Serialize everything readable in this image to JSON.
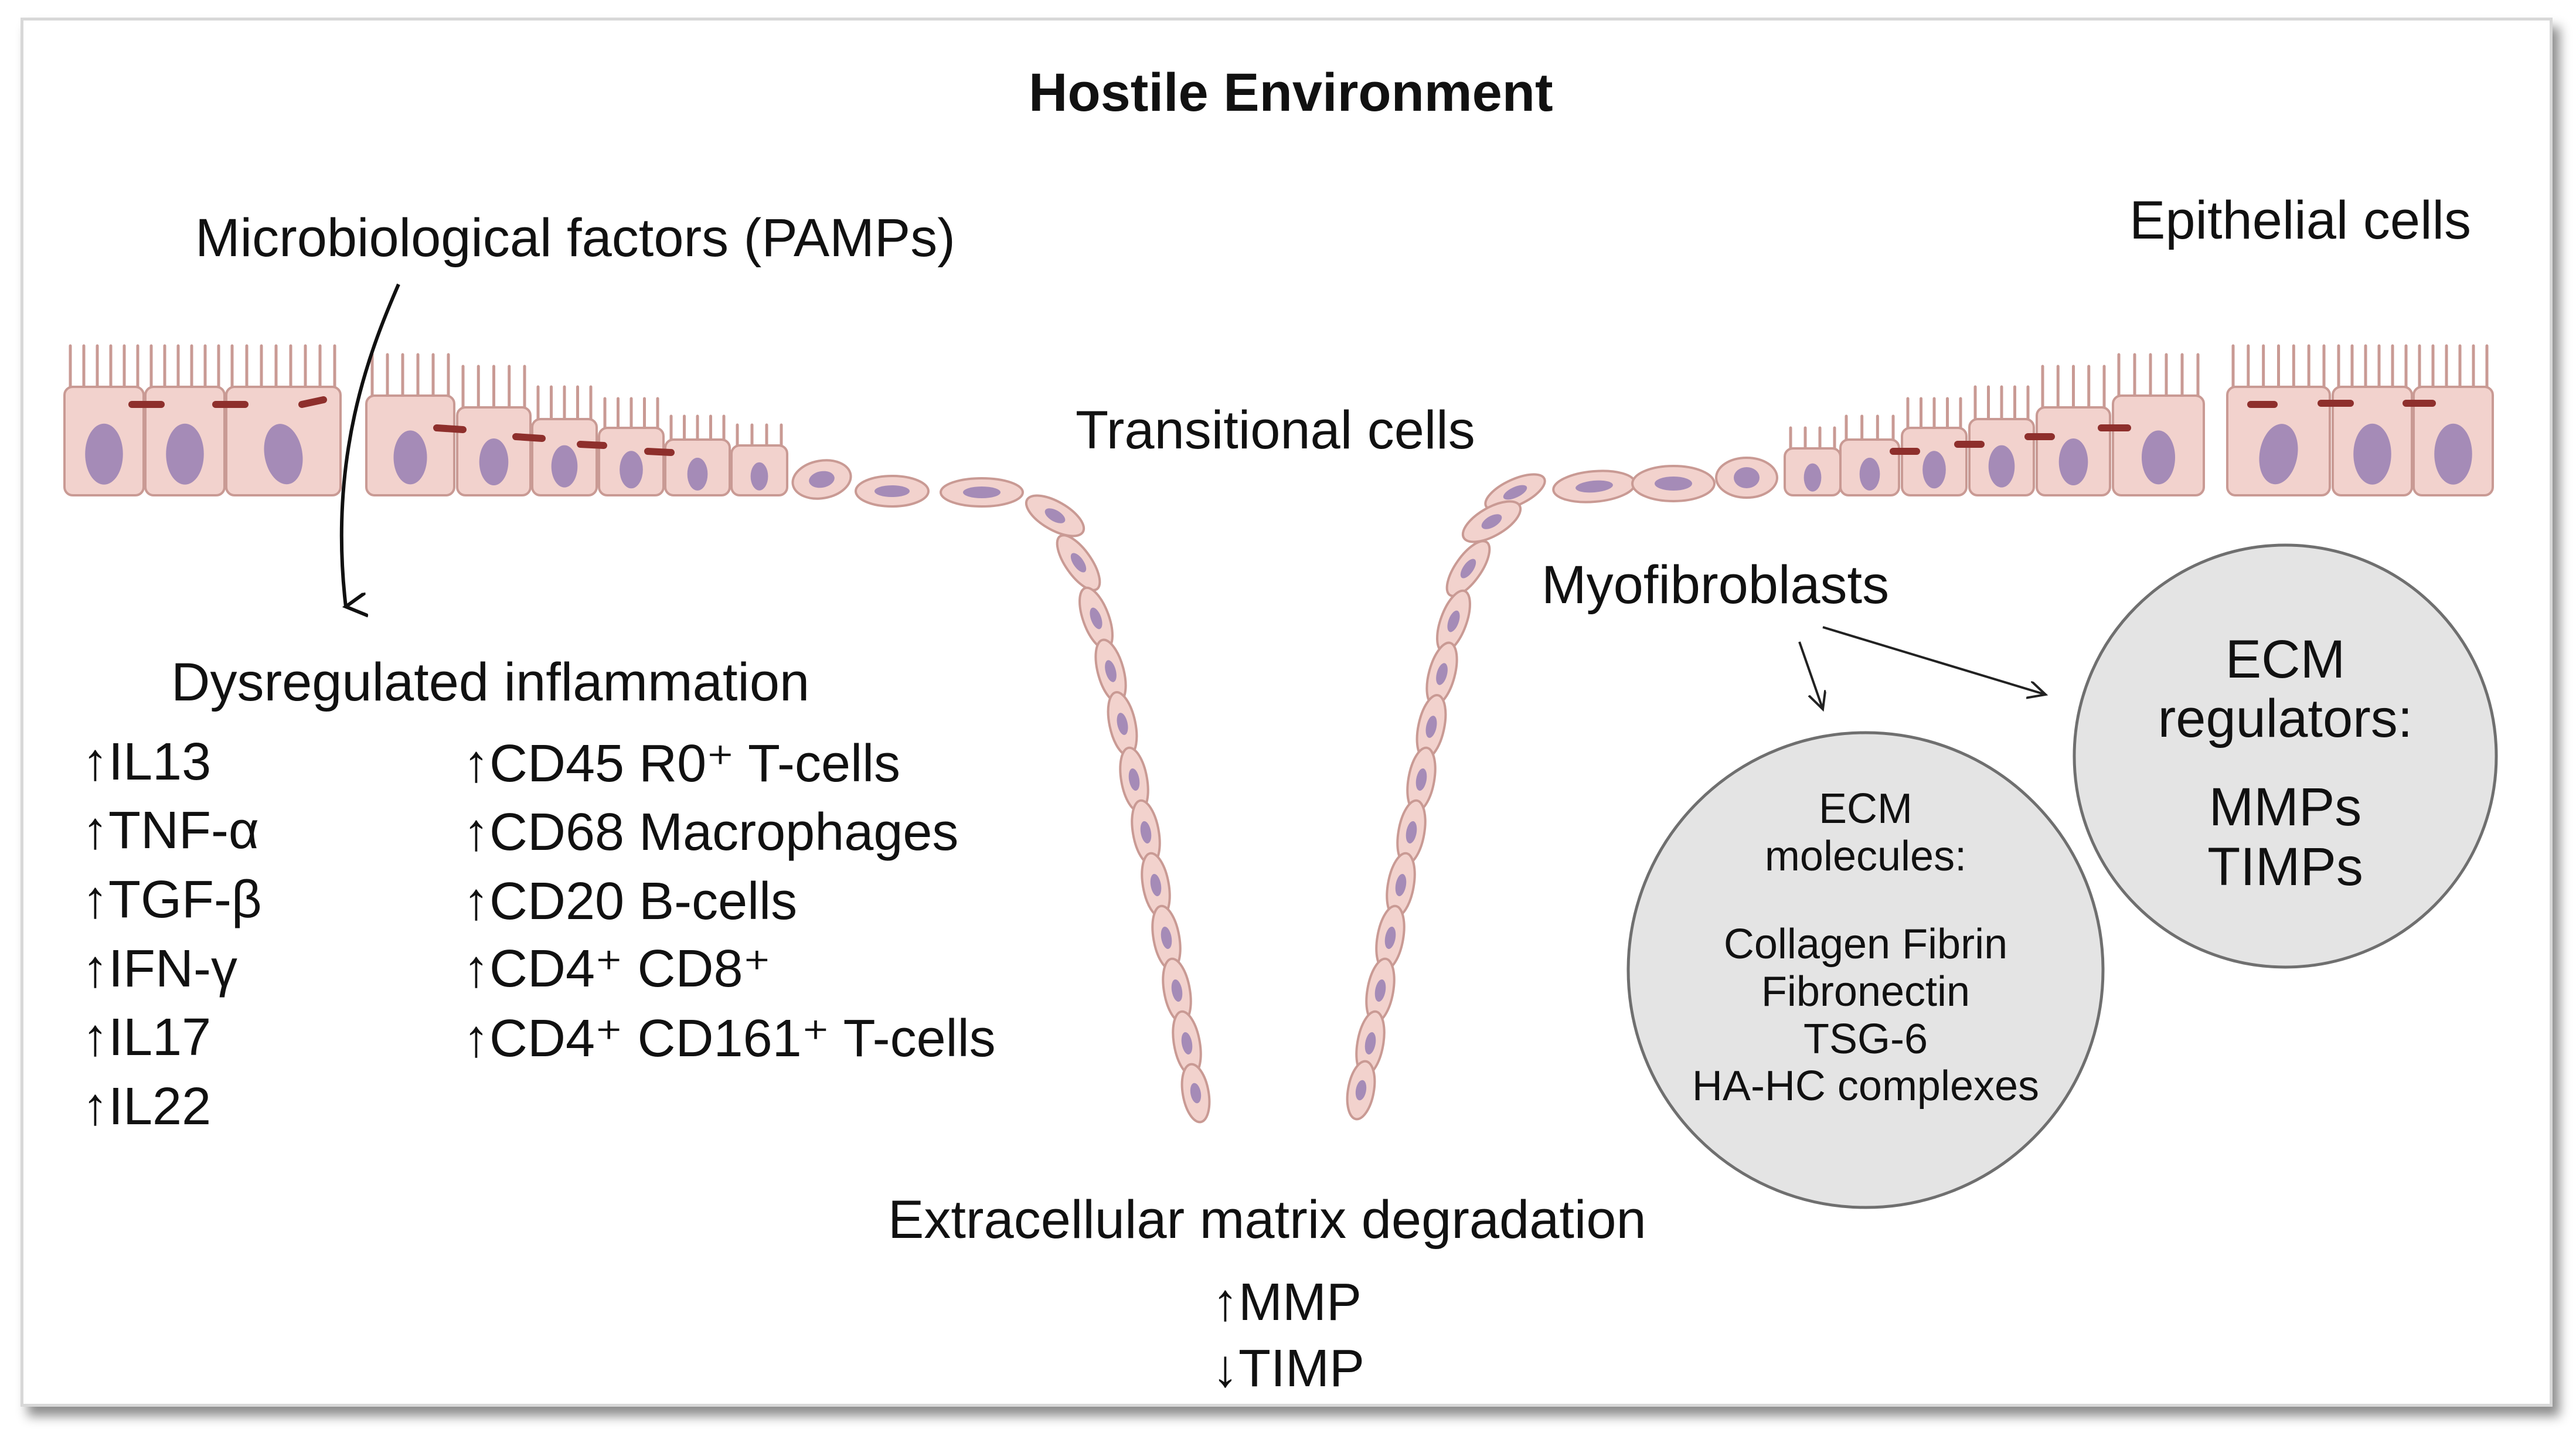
{
  "title": "Hostile Environment",
  "labels": {
    "microbiological": "Microbiological factors (PAMPs)",
    "epithelial": "Epithelial cells",
    "transitional": "Transitional cells",
    "myofibroblasts": "Myofibroblasts",
    "dysregulated": "Dysregulated inflammation",
    "ecm_degradation": "Extracellular matrix degradation"
  },
  "cytokines": [
    {
      "arrow": "↑",
      "text": "IL13"
    },
    {
      "arrow": "↑",
      "text": "TNF-α"
    },
    {
      "arrow": "↑",
      "text": "TGF-β"
    },
    {
      "arrow": "↑",
      "text": "IFN-γ"
    },
    {
      "arrow": "↑",
      "text": "IL17"
    },
    {
      "arrow": "↑",
      "text": "IL22"
    }
  ],
  "cells": [
    {
      "arrow": "↑",
      "text": "CD45 R0⁺ T-cells"
    },
    {
      "arrow": "↑",
      "text": "CD68 Macrophages"
    },
    {
      "arrow": "↑",
      "text": "CD20 B-cells"
    },
    {
      "arrow": "↑",
      "text": "CD4⁺ CD8⁺"
    },
    {
      "arrow": "↑",
      "text": "CD4⁺ CD161⁺ T-cells"
    }
  ],
  "degradation_markers": [
    {
      "arrow": "↑",
      "text": "MMP"
    },
    {
      "arrow": "↓",
      "text": "TIMP"
    }
  ],
  "ecm_molecules": {
    "heading_line1": "ECM",
    "heading_line2": "molecules:",
    "items": [
      "Collagen Fibrin",
      "Fibronectin",
      "TSG-6",
      "HA-HC complexes"
    ]
  },
  "ecm_regulators": {
    "heading_line1": "ECM",
    "heading_line2": "regulators:",
    "items": [
      "MMPs",
      "TIMPs"
    ]
  },
  "colors": {
    "cell_fill": "#f2d2cd",
    "cell_stroke": "#c99a94",
    "nucleus": "#a58bb7",
    "junction": "#8e2f2c",
    "circle_fill": "#e4e4e4",
    "circle_stroke": "#6f6f6f"
  }
}
